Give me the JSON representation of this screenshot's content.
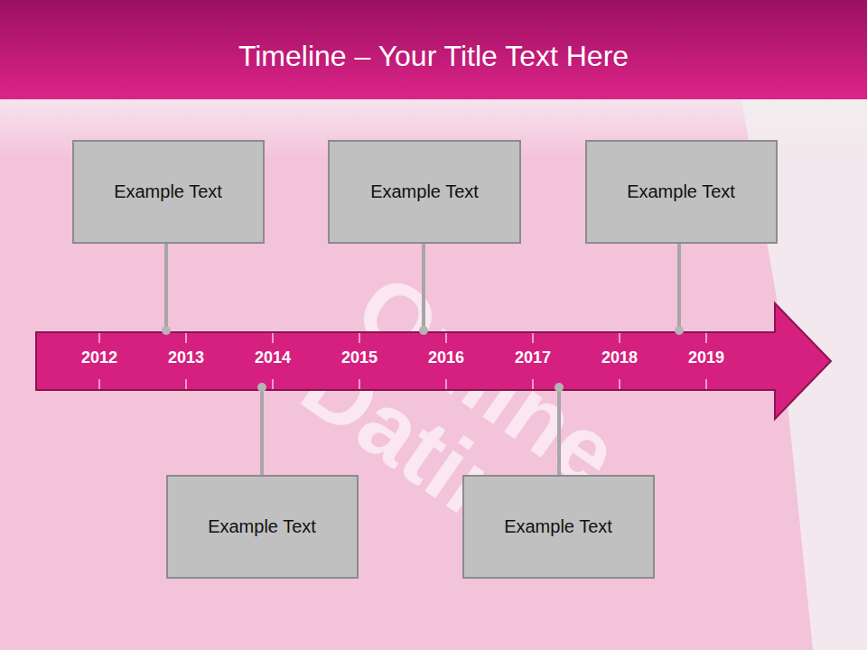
{
  "diagram": {
    "title": "Timeline – Your Title Text Here",
    "nodes": [
      {
        "text": [
          "Example Text"
        ]
      },
      {
        "text": [
          "Example Text"
        ]
      },
      {
        "text": [
          "Example Text"
        ]
      },
      {
        "text": [
          "Example Text"
        ]
      },
      {
        "text": [
          "Example Text"
        ]
      }
    ],
    "labels": [
      "2012",
      "2013",
      "2014",
      "2015",
      "2016",
      "2017",
      "2018",
      "2019",
      "Online Dating"
    ]
  }
}
